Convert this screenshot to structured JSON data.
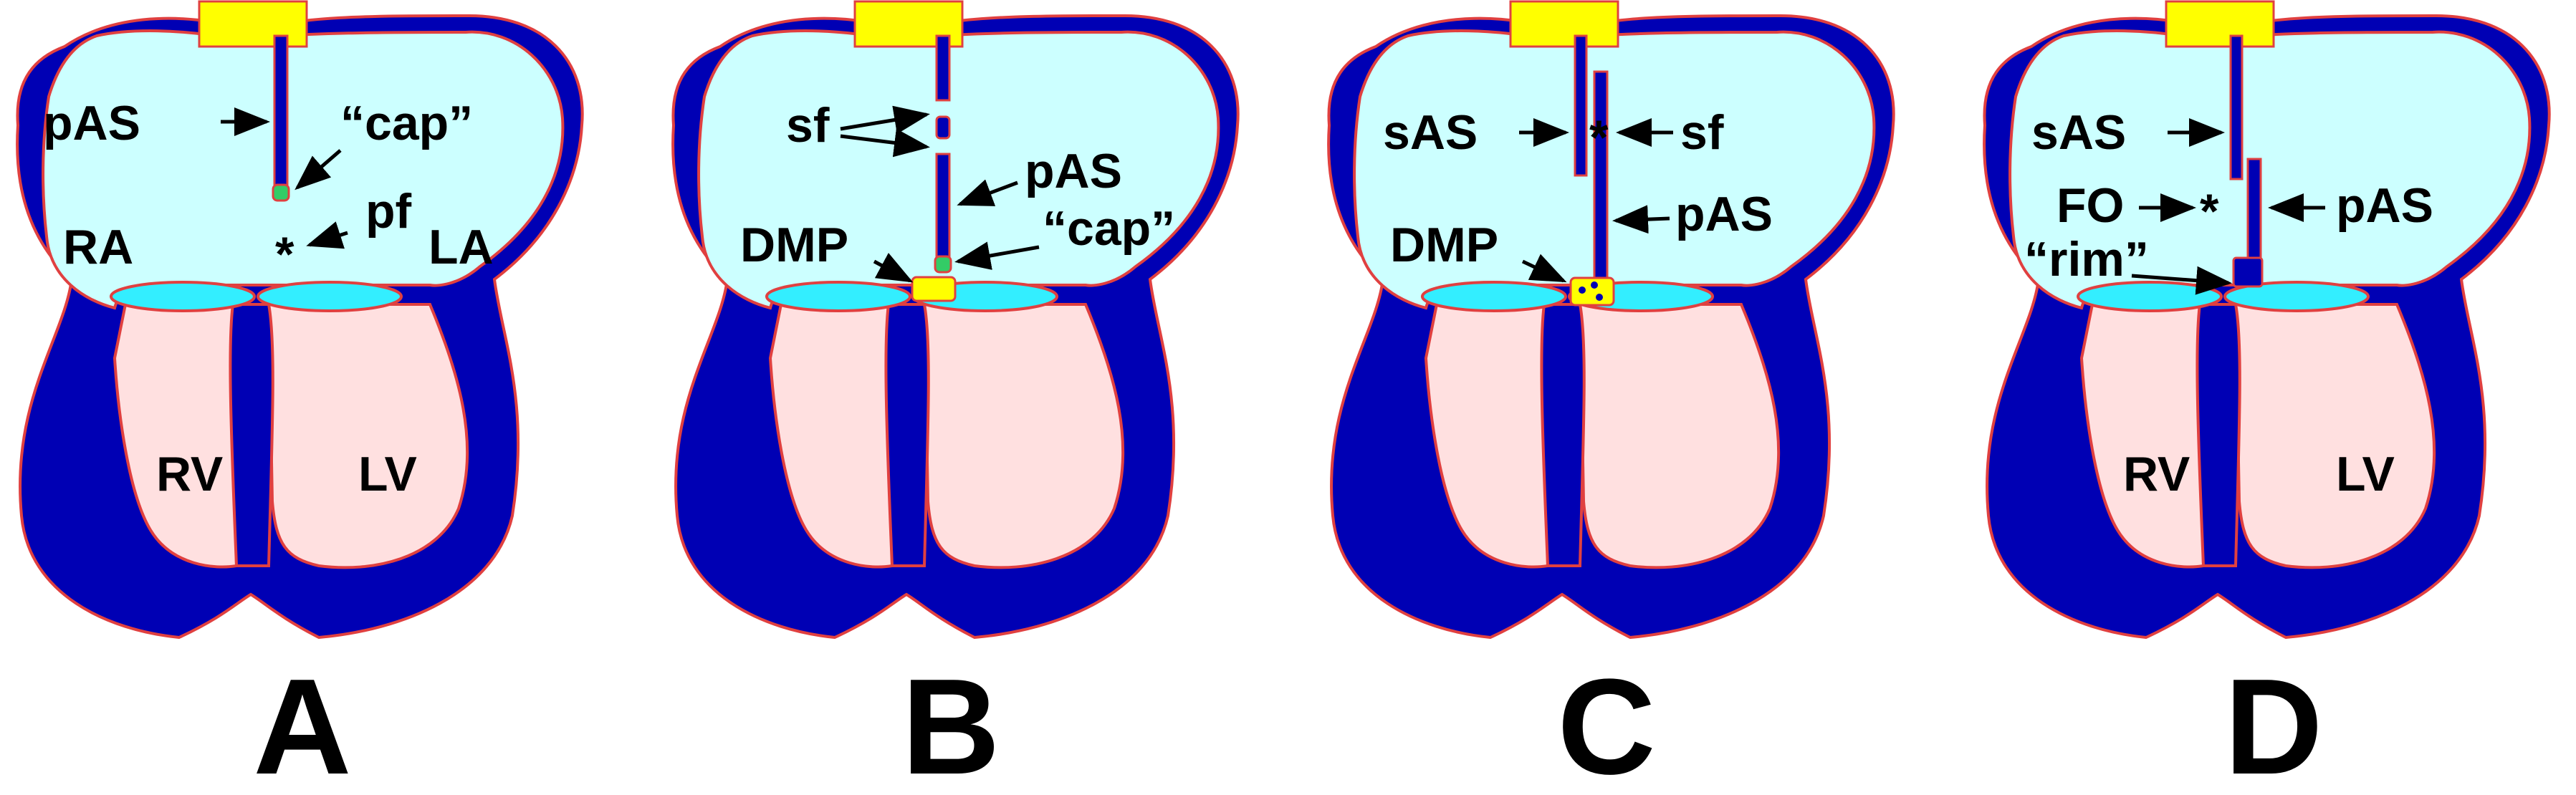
{
  "colors": {
    "wall": "#0000b4",
    "atrium": "#ccffff",
    "ventricle": "#ffe0e0",
    "valve": "#33eeff",
    "cushion": "#ffff00",
    "cap": "#33cc66",
    "outline": "#e04040"
  },
  "panels": [
    {
      "letter": "A",
      "labels": {
        "pas": "pAS",
        "cap": "“cap”",
        "pf": "pf",
        "ra": "RA",
        "la": "LA",
        "rv": "RV",
        "lv": "LV",
        "star": "*"
      }
    },
    {
      "letter": "B",
      "labels": {
        "sf": "sf",
        "pas": "pAS",
        "cap": "“cap”",
        "dmp": "DMP"
      }
    },
    {
      "letter": "C",
      "labels": {
        "sas": "sAS",
        "star": "*",
        "sf": "sf",
        "pas": "pAS",
        "dmp": "DMP"
      }
    },
    {
      "letter": "D",
      "labels": {
        "sas": "sAS",
        "fo": "FO",
        "star": "*",
        "pas": "pAS",
        "rim": "“rim”",
        "rv": "RV",
        "lv": "LV"
      }
    }
  ]
}
